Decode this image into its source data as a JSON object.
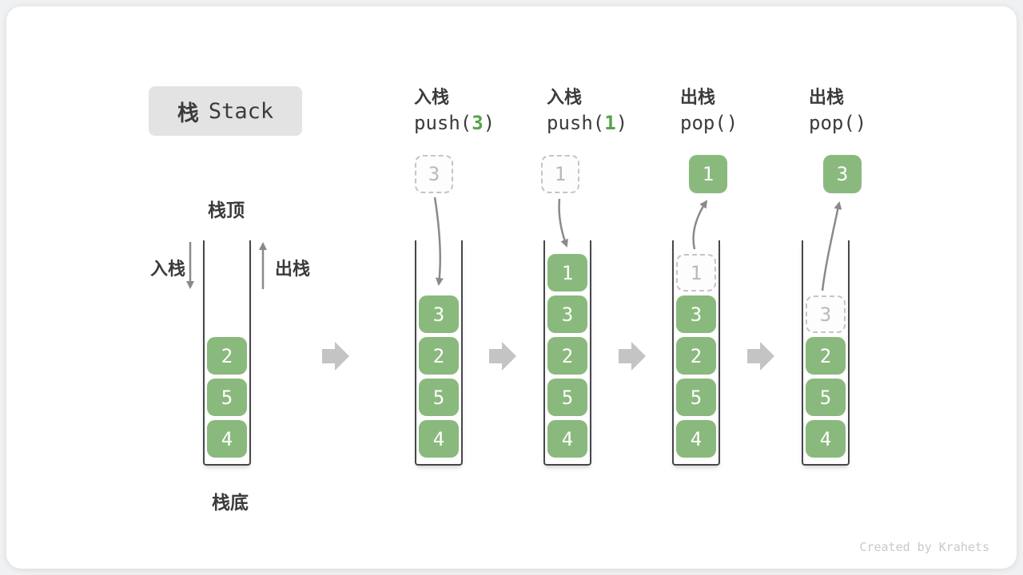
{
  "title": {
    "cjk": "栈",
    "en": "Stack"
  },
  "annotations": {
    "stack_top": "栈顶",
    "stack_bottom": "栈底",
    "push": "入栈",
    "pop": "出栈"
  },
  "operations": [
    {
      "label": "入栈",
      "code_pre": "push(",
      "code_arg": "3",
      "code_post": ")"
    },
    {
      "label": "入栈",
      "code_pre": "push(",
      "code_arg": "1",
      "code_post": ")"
    },
    {
      "label": "出栈",
      "code_pre": "pop()",
      "code_arg": "",
      "code_post": ""
    },
    {
      "label": "出栈",
      "code_pre": "pop()",
      "code_arg": "",
      "code_post": ""
    }
  ],
  "floating": [
    {
      "value": "3",
      "style": "ghost"
    },
    {
      "value": "1",
      "style": "ghost"
    },
    {
      "value": "1",
      "style": "solid"
    },
    {
      "value": "3",
      "style": "solid"
    }
  ],
  "stacks": [
    {
      "cells": [
        "4",
        "5",
        "2"
      ],
      "ghost": ""
    },
    {
      "cells": [
        "4",
        "5",
        "2",
        "3"
      ],
      "ghost": ""
    },
    {
      "cells": [
        "4",
        "5",
        "2",
        "3",
        "1"
      ],
      "ghost": ""
    },
    {
      "cells": [
        "4",
        "5",
        "2",
        "3"
      ],
      "ghost": "1"
    },
    {
      "cells": [
        "4",
        "5",
        "2"
      ],
      "ghost": "3"
    }
  ],
  "colors": {
    "cell_green": "#8ab97d",
    "arg_green": "#56a24b",
    "arrow_gray": "#8a8a8a",
    "step_arrow_gray": "#c4c4c4",
    "ghost_gray": "#c5c5c5"
  },
  "watermark": "Created by Krahets"
}
